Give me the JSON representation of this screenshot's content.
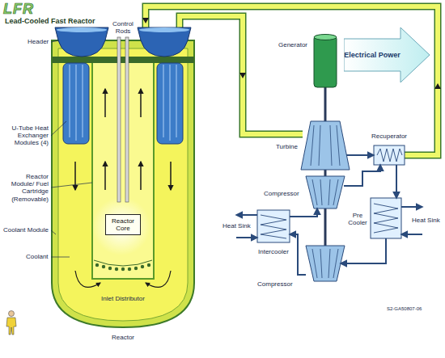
{
  "diagram": {
    "title": "Lead-Cooled Fast Reactor",
    "nodes": [
      {
        "text": [
          "Reactor Core"
        ]
      },
      {
        "text": [
          "Electrical Power"
        ]
      }
    ],
    "labels": [
      "LFR",
      "Control Rods",
      "Header",
      "U-Tube Heat Exchanger Modules (4)",
      "Reactor Module/ Fuel Cartridge (Removable)",
      "Coolant Module",
      "Coolant",
      "Inlet Distributor",
      "Reactor",
      "Generator",
      "Turbine",
      "Recuperator",
      "Compressor",
      "Heat Sink",
      "Pre Cooler",
      "Heat Sink",
      "Intercooler",
      "Compressor",
      "S2-GA50807-06"
    ]
  }
}
